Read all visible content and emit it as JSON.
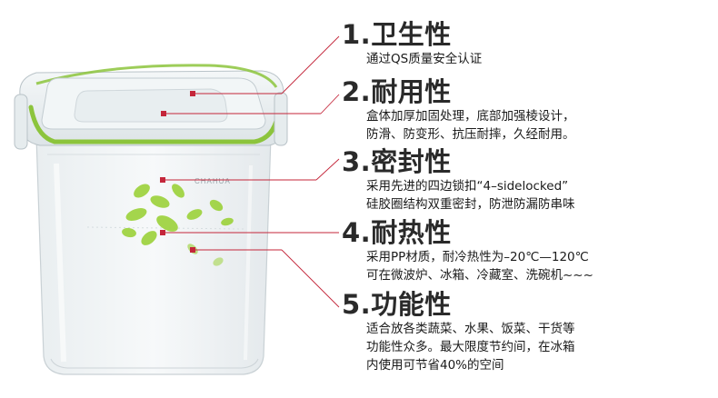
{
  "colors": {
    "accent_red": "#c4263a",
    "lid_green": "#8cc43c",
    "leaf_green": "#9cd23a",
    "text_dark": "#2a2a2a"
  },
  "product": {
    "brand_mark": "CHAHUA"
  },
  "features": [
    {
      "title": "1.卫生性",
      "lines": [
        "通过QS质量安全认证"
      ]
    },
    {
      "title": "2.耐用性",
      "lines": [
        "盒体加厚加固处理，底部加强棱设计，",
        "防滑、防变形、抗压耐摔，久经耐用。"
      ]
    },
    {
      "title": "3.密封性",
      "lines": [
        "采用先进的四边锁扣“4–sidelocked”",
        "硅胶圈结构双重密封，防泄防漏防串味"
      ]
    },
    {
      "title": "4.耐热性",
      "lines": [
        "采用PP材质，耐冷热性为–20℃—120℃",
        "可在微波炉、冰箱、冷藏室、洗碗机~~~"
      ]
    },
    {
      "title": "5.功能性",
      "lines": [
        "适合放各类蔬菜、水果、饭菜、干货等",
        "功能性众多。最大限度节约间，在冰箱",
        "内使用可节省40%的空间"
      ]
    }
  ]
}
